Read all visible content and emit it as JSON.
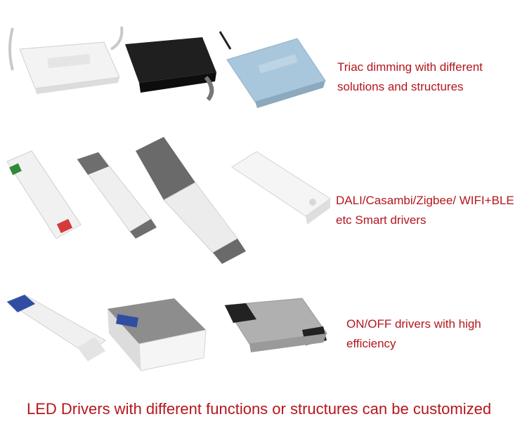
{
  "rows": [
    {
      "caption_lines": [
        "Triac dimming with different",
        "solutions and structures"
      ]
    },
    {
      "caption_lines": [
        "DALI/Casambi/Zigbee/ WIFI+BLE",
        "etc Smart drivers"
      ]
    },
    {
      "caption_lines": [
        "ON/OFF drivers with high",
        "efficiency"
      ]
    }
  ],
  "footer": "LED Drivers with different functions or structures can be customized",
  "colors": {
    "caption": "#b5161c",
    "background": "#ffffff"
  }
}
